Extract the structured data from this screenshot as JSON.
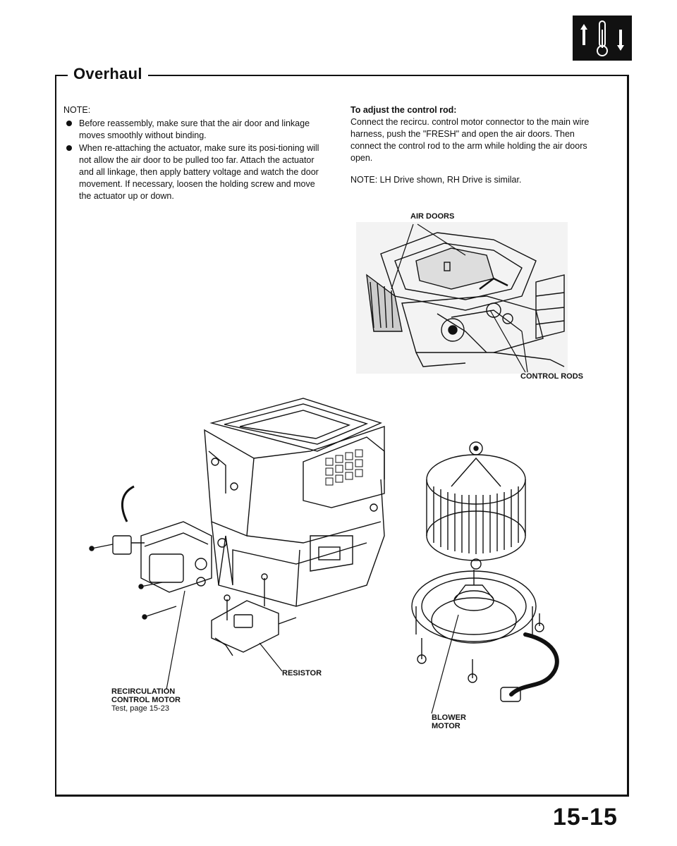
{
  "header": {
    "title": "Overhaul",
    "logo_icon": "heater-temperature-icon"
  },
  "notes_left": {
    "heading": "NOTE:",
    "bullets": [
      "Before reassembly, make sure that the air door and linkage moves smoothly without binding.",
      "When re-attaching the actuator, make sure its posi-tioning will not allow the air door to be pulled too far. Attach the actuator and all linkage, then apply battery voltage and watch the door movement. If necessary, loosen the holding screw and move the actuator up or down."
    ]
  },
  "notes_right": {
    "heading": "To adjust the control rod:",
    "body": "Connect the recircu. control motor connector to the main wire harness, push the \"FRESH\" and open the air doors. Then connect the control rod to the arm while holding the air doors open.",
    "note": "NOTE: LH Drive shown, RH Drive is similar."
  },
  "labels": {
    "air_doors": "AIR DOORS",
    "control_rods": "CONTROL RODS",
    "resistor": "RESISTOR",
    "recirc_line1": "RECIRCULATION",
    "recirc_line2": "CONTROL MOTOR",
    "recirc_line3": "Test, page 15-23",
    "blower_line1": "BLOWER",
    "blower_line2": "MOTOR"
  },
  "footer": {
    "page_number": "15-15"
  }
}
